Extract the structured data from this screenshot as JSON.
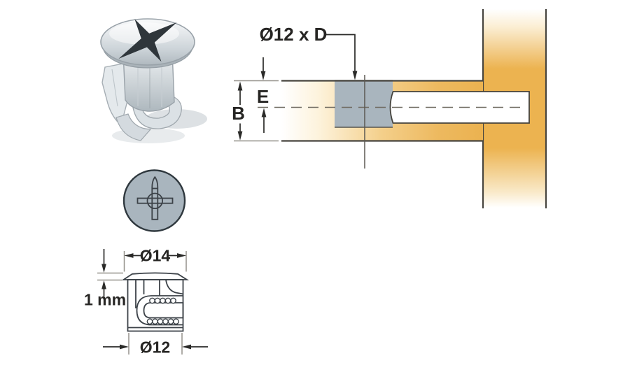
{
  "figure": {
    "labels": {
      "hole_callout": "Ø12 x D",
      "edge_distance": "E",
      "panel_thickness": "B",
      "flange_diameter": "Ø14",
      "flange_height": "1 mm",
      "body_diameter": "Ø12"
    },
    "colors": {
      "wood_orange": "#ebb250",
      "wood_pale": "#fdf3dd",
      "fitting_gray": "#a9b5be",
      "outline_dark": "#3c4248",
      "dimension_ink": "#2a2a28",
      "metal_light": "#eef1f3"
    }
  }
}
